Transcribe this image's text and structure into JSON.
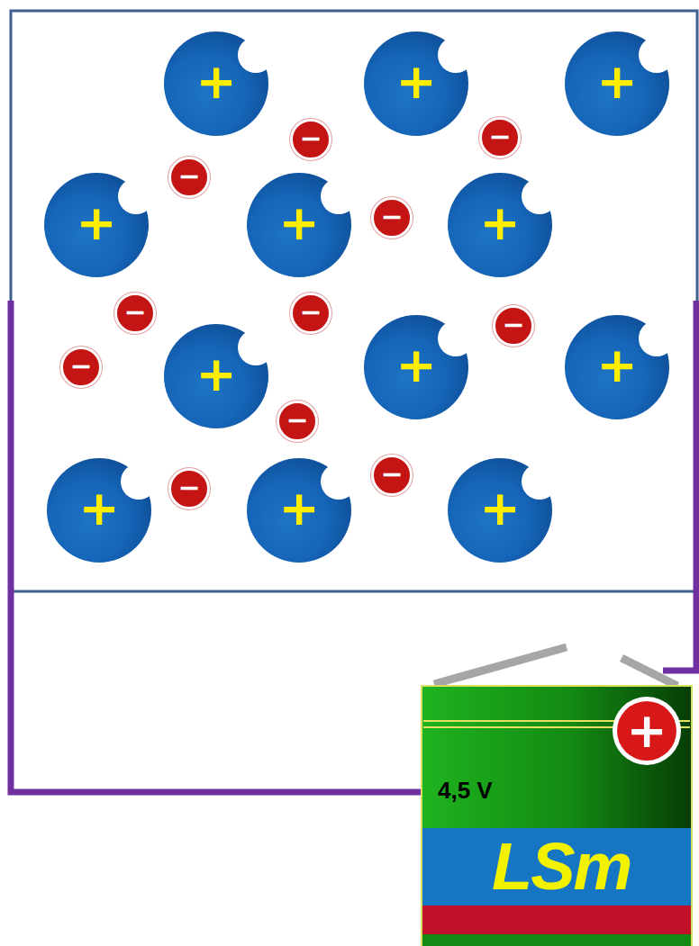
{
  "diagram": {
    "nodes": [
      {
        "text": [
          "+"
        ]
      },
      {
        "text": [
          "+"
        ]
      },
      {
        "text": [
          "+"
        ]
      },
      {
        "text": [
          "−"
        ]
      },
      {
        "text": [
          "−"
        ]
      },
      {
        "text": [
          "−"
        ]
      },
      {
        "text": [
          "−"
        ]
      },
      {
        "text": [
          "+"
        ]
      },
      {
        "text": [
          "+"
        ]
      },
      {
        "text": [
          "+"
        ]
      },
      {
        "text": [
          "−"
        ]
      },
      {
        "text": [
          "−"
        ]
      },
      {
        "text": [
          "−"
        ]
      },
      {
        "text": [
          "−"
        ]
      },
      {
        "text": [
          "+"
        ]
      },
      {
        "text": [
          "+"
        ]
      },
      {
        "text": [
          "+"
        ]
      },
      {
        "text": [
          "−"
        ]
      },
      {
        "text": [
          "−"
        ]
      },
      {
        "text": [
          "−"
        ]
      },
      {
        "text": [
          "+"
        ]
      },
      {
        "text": [
          "+"
        ]
      },
      {
        "text": [
          "+"
        ]
      },
      {
        "text": [
          "+",
          "4,5 V",
          "LSm"
        ]
      }
    ]
  }
}
